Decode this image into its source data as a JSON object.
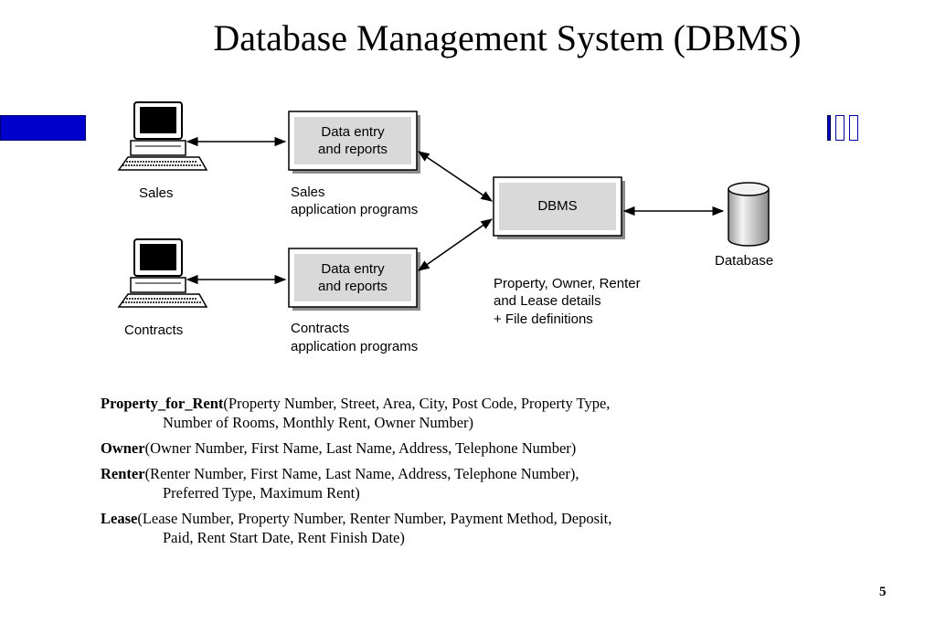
{
  "slide": {
    "title": "Database Management System (DBMS)",
    "page_number": "5"
  },
  "diagram": {
    "terminals": [
      {
        "label": "Sales"
      },
      {
        "label": "Contracts"
      }
    ],
    "app_boxes": [
      {
        "label": "Data entry\nand reports",
        "caption_line1": "Sales",
        "caption_line2": "application programs"
      },
      {
        "label": "Data entry\nand reports",
        "caption_line1": "Contracts",
        "caption_line2": "application programs"
      }
    ],
    "dbms_box": {
      "label": "DBMS"
    },
    "database": {
      "label": "Database"
    },
    "dbms_details": {
      "line1": "Property, Owner, Renter",
      "line2": "and Lease details",
      "line3": "+ File definitions"
    }
  },
  "schema": [
    {
      "name": "Property_for_Rent",
      "line1": "(Property Number, Street, Area, City, Post Code, Property Type,",
      "line2": "Number of Rooms, Monthly Rent, Owner Number)"
    },
    {
      "name": "Owner",
      "line1": "(Owner Number, First Name, Last Name, Address, Telephone Number)",
      "line2": ""
    },
    {
      "name": "Renter",
      "line1": "(Renter Number, First Name, Last Name, Address, Telephone Number),",
      "line2": "Preferred Type, Maximum Rent)"
    },
    {
      "name": "Lease",
      "line1": "(Lease Number, Property Number, Renter Number, Payment Method, Deposit,",
      "line2": "Paid, Rent Start Date, Rent Finish Date)"
    }
  ],
  "colors": {
    "accent_bar": "#0000cc",
    "box_fill": "#d9d9d9"
  },
  "icons": [
    "computer-terminal-icon",
    "database-cylinder-icon"
  ]
}
